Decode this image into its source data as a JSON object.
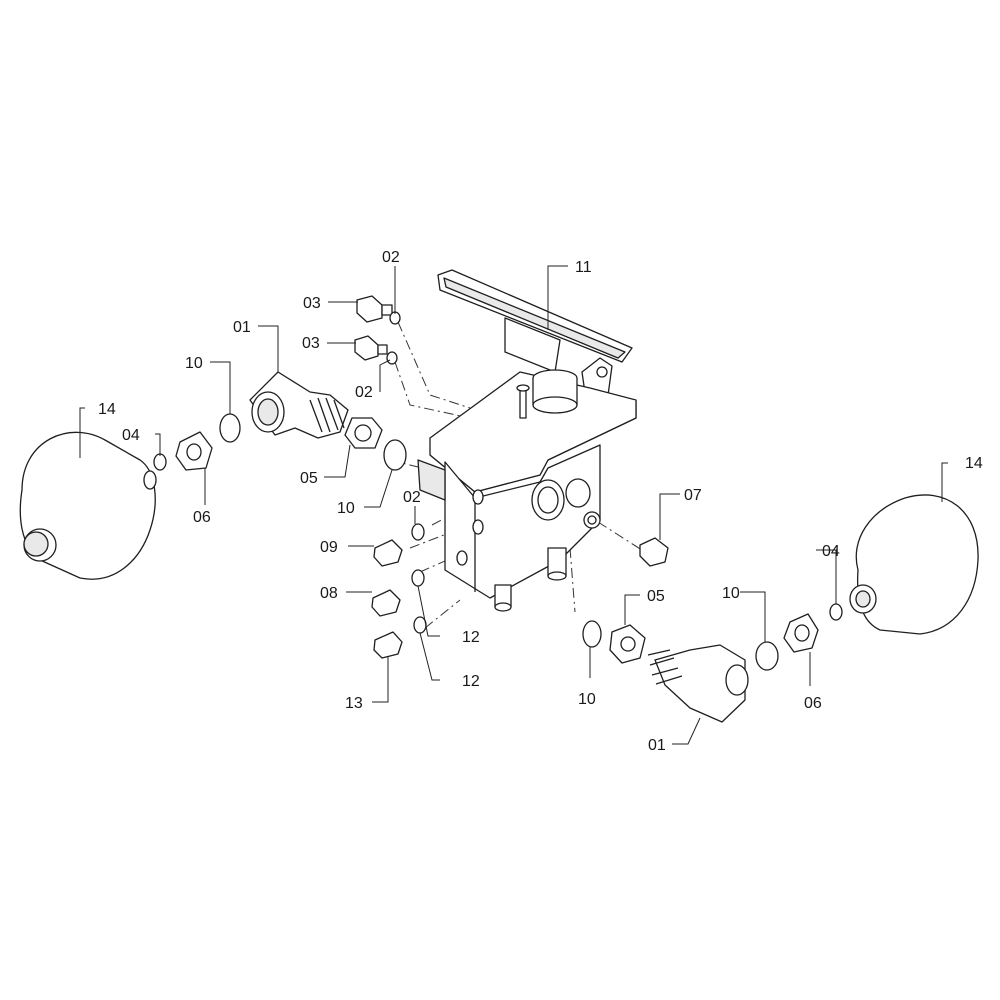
{
  "callouts": [
    {
      "id": "c-02-a",
      "text": "02"
    },
    {
      "id": "c-03-a",
      "text": "03"
    },
    {
      "id": "c-01-a",
      "text": "01"
    },
    {
      "id": "c-03-b",
      "text": "03"
    },
    {
      "id": "c-02-b",
      "text": "02"
    },
    {
      "id": "c-10-a",
      "text": "10"
    },
    {
      "id": "c-14-a",
      "text": "14"
    },
    {
      "id": "c-04-a",
      "text": "04"
    },
    {
      "id": "c-06-a",
      "text": "06"
    },
    {
      "id": "c-05-a",
      "text": "05"
    },
    {
      "id": "c-10-b",
      "text": "10"
    },
    {
      "id": "c-02-c",
      "text": "02"
    },
    {
      "id": "c-09",
      "text": "09"
    },
    {
      "id": "c-08",
      "text": "08"
    },
    {
      "id": "c-12-a",
      "text": "12"
    },
    {
      "id": "c-12-b",
      "text": "12"
    },
    {
      "id": "c-13",
      "text": "13"
    },
    {
      "id": "c-11",
      "text": "11"
    },
    {
      "id": "c-07",
      "text": "07"
    },
    {
      "id": "c-14-b",
      "text": "14"
    },
    {
      "id": "c-05-b",
      "text": "05"
    },
    {
      "id": "c-10-c",
      "text": "10"
    },
    {
      "id": "c-04-b",
      "text": "04"
    },
    {
      "id": "c-10-d",
      "text": "10"
    },
    {
      "id": "c-06-b",
      "text": "06"
    },
    {
      "id": "c-01-b",
      "text": "01"
    }
  ]
}
